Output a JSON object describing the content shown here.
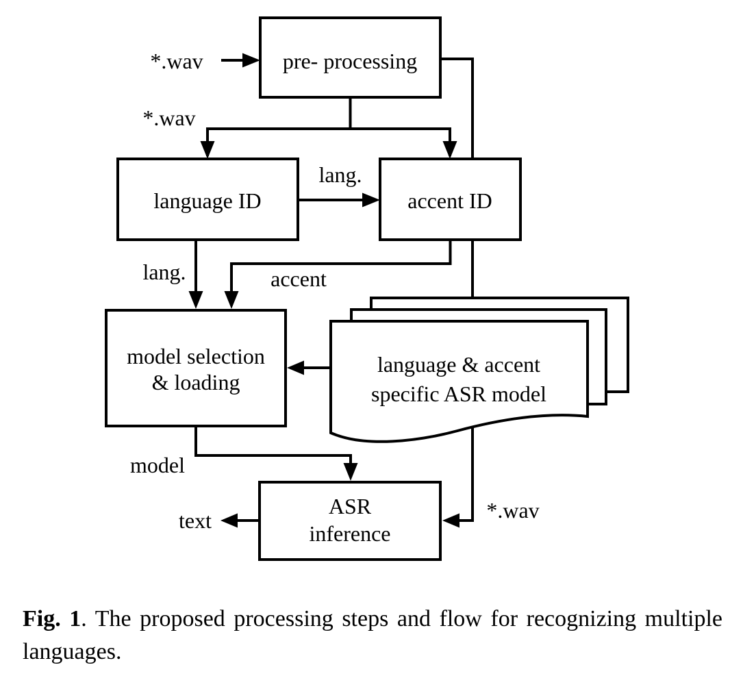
{
  "figure": {
    "nodes": {
      "pre_processing": {
        "label": "pre- processing"
      },
      "language_id": {
        "label": "language ID"
      },
      "accent_id": {
        "label": "accent ID"
      },
      "model_selection": {
        "lines": [
          "model selection",
          "& loading"
        ]
      },
      "asr_model_store": {
        "lines": [
          "language & accent",
          "specific ASR model"
        ]
      },
      "asr_inference": {
        "lines": [
          "ASR",
          "inference"
        ]
      }
    },
    "edge_labels": {
      "wav_input": "*.wav",
      "wav_split": "*.wav",
      "wav_inference": "*.wav",
      "lang_to_accent": "lang.",
      "lang_to_model": "lang.",
      "accent_to_model": "accent",
      "model_to_inference": "model",
      "text_output": "text"
    },
    "caption": {
      "label": "Fig. 1",
      "text": ". The proposed processing steps and flow for recognizing multiple languages."
    },
    "colors": {
      "ink": "#000000",
      "background": "#ffffff"
    }
  }
}
